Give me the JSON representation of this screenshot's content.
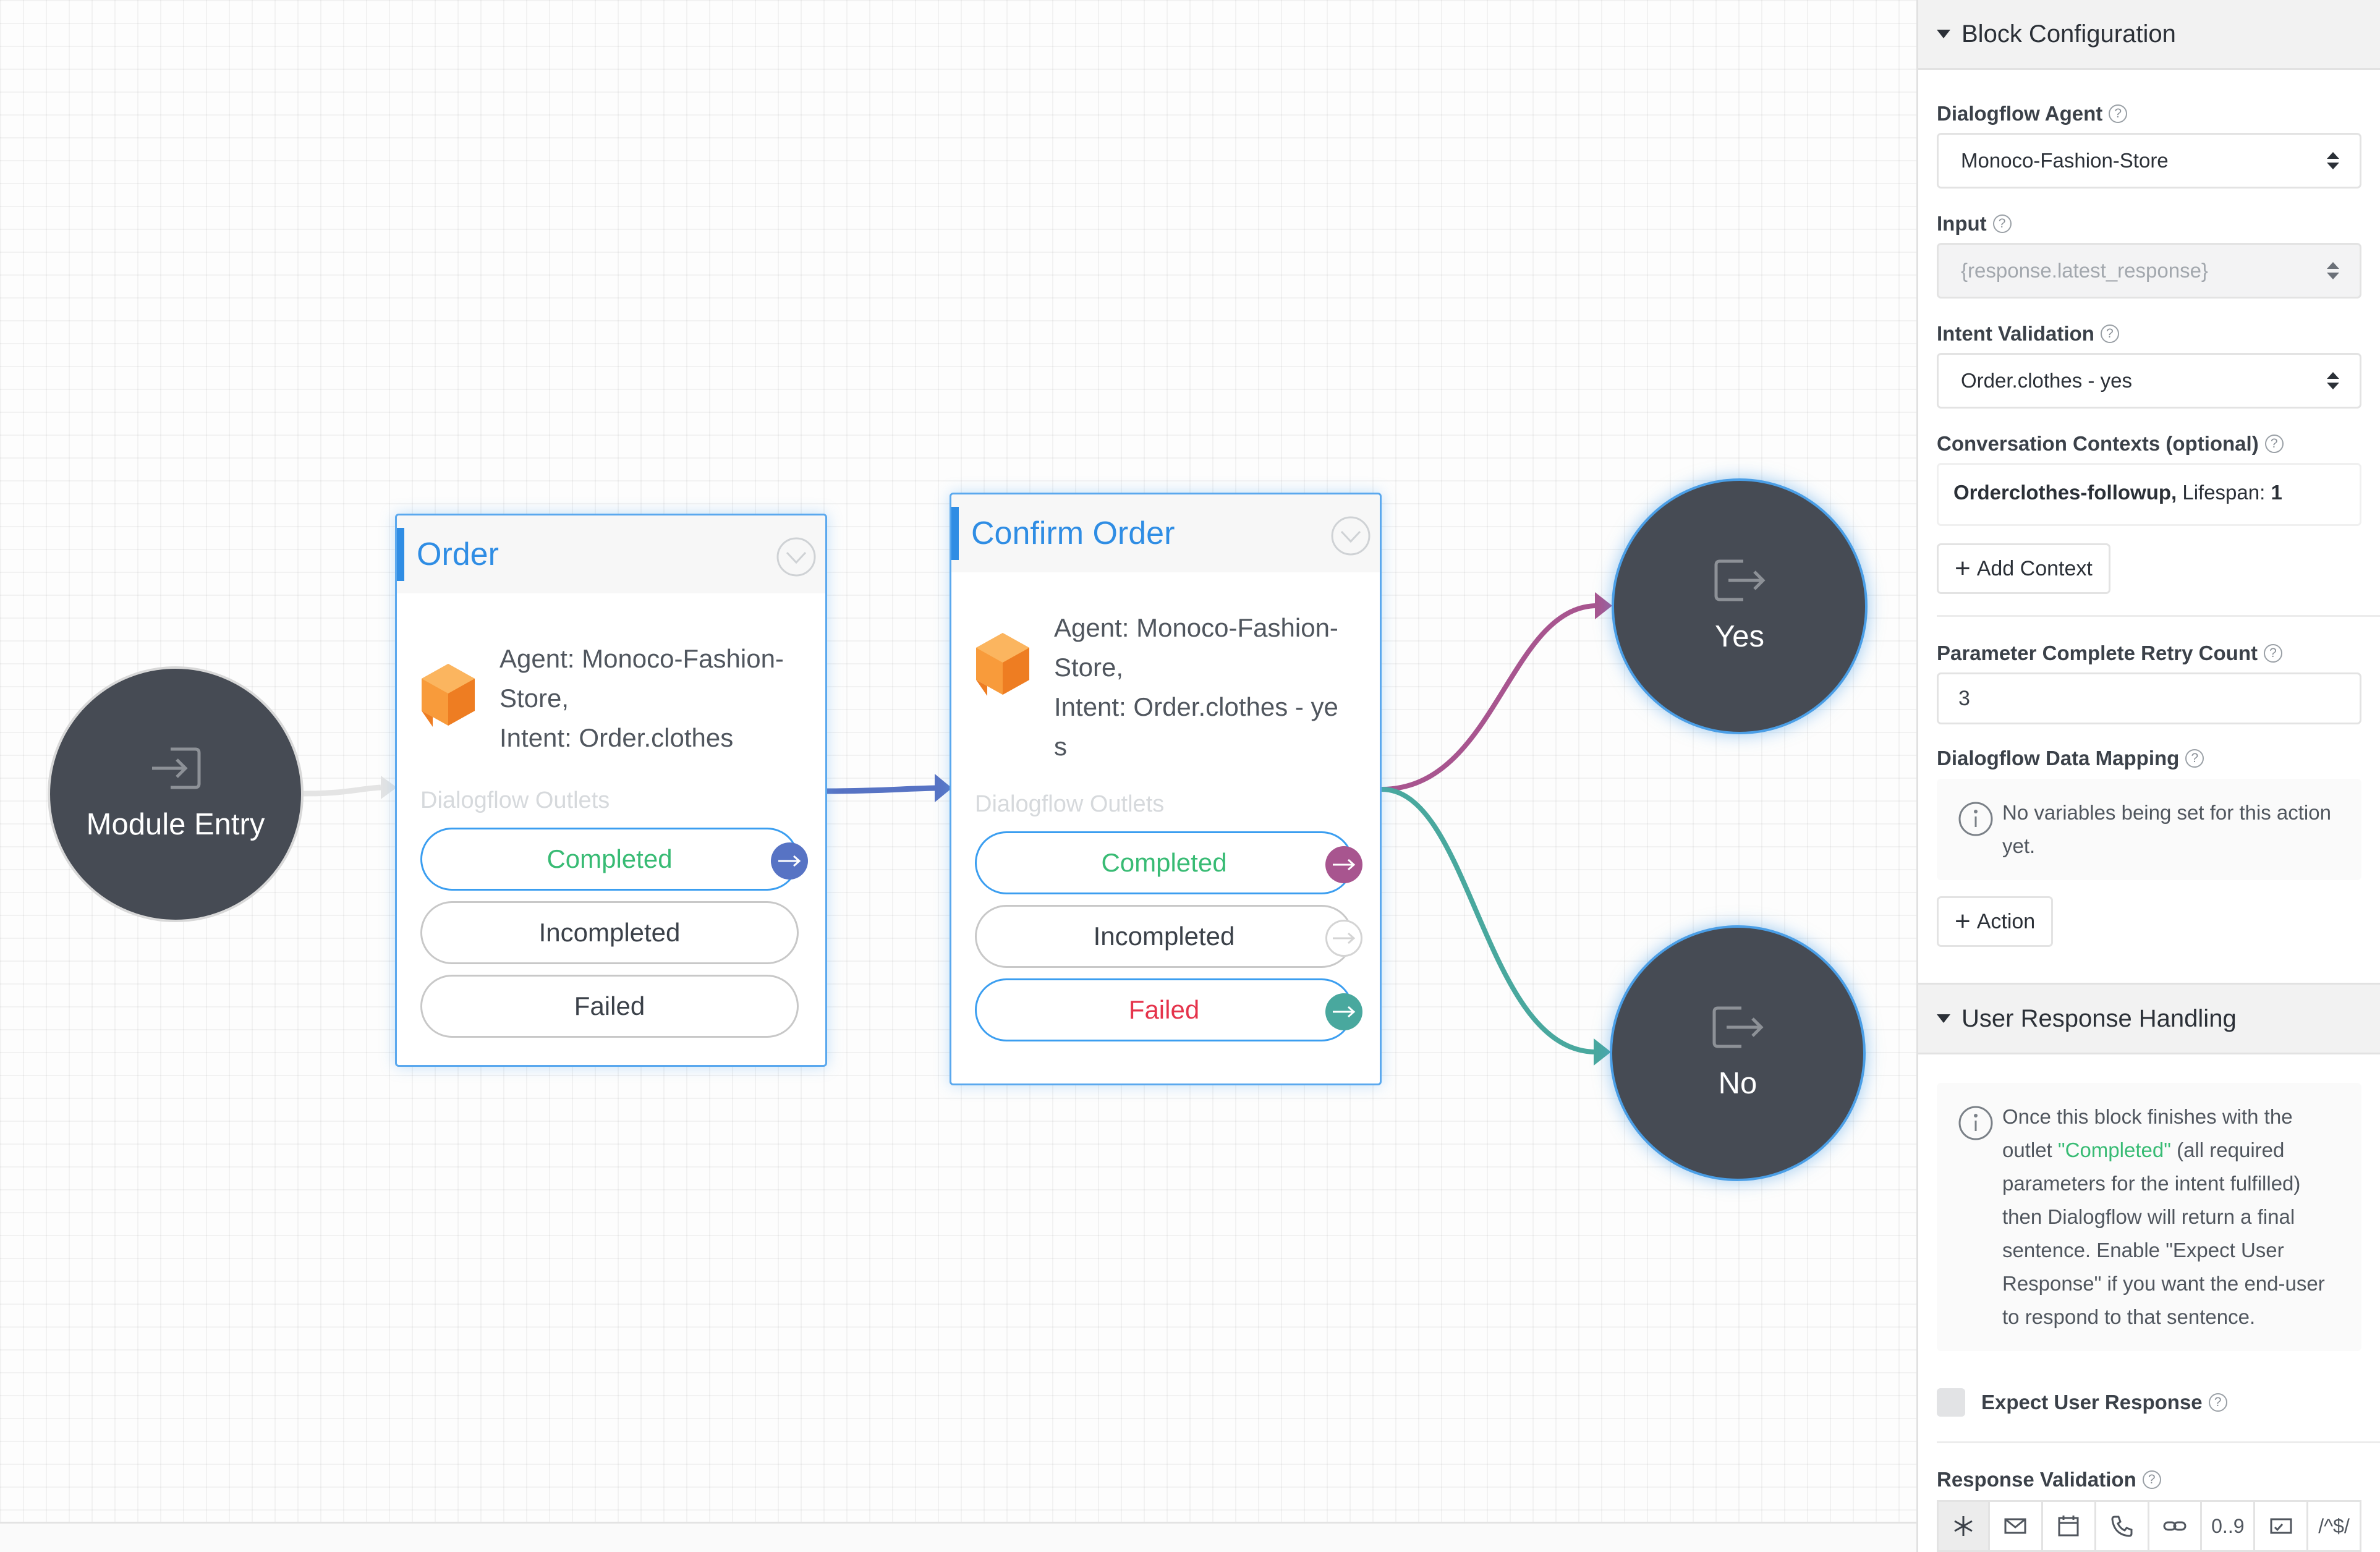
{
  "canvas": {
    "entry": {
      "label": "Module Entry",
      "icon": "enter-icon"
    },
    "yes": {
      "label": "Yes",
      "icon": "exit-icon"
    },
    "no": {
      "label": "No",
      "icon": "exit-icon"
    },
    "order_block": {
      "title": "Order",
      "agent_line": "Agent: Monoco-Fashion-Store,",
      "intent_line": "Intent: Order.clothes",
      "outlets_label": "Dialogflow Outlets",
      "outlets": [
        {
          "label": "Completed",
          "color": "#38bb74"
        },
        {
          "label": "Incompleted",
          "color": "#3b4149"
        },
        {
          "label": "Failed",
          "color": "#3b4149"
        }
      ]
    },
    "confirm_block": {
      "title": "Confirm Order",
      "agent_line": "Agent: Monoco-Fashion-Store,",
      "intent_line": "Intent: Order.clothes - yes",
      "outlets_label": "Dialogflow Outlets",
      "outlets": [
        {
          "label": "Completed",
          "color": "#38bb74"
        },
        {
          "label": "Incompleted",
          "color": "#3b4149"
        },
        {
          "label": "Failed",
          "color": "#e5334b"
        }
      ]
    },
    "colors": {
      "purple": "#a8558f",
      "teal": "#49a89e",
      "blue": "#5773c4",
      "accent": "#2f8de4"
    }
  },
  "panel": {
    "block_config": {
      "title": "Block Configuration",
      "agent_label": "Dialogflow Agent",
      "agent_value": "Monoco-Fashion-Store",
      "input_label": "Input",
      "input_value": "{response.latest_response}",
      "intent_label": "Intent Validation",
      "intent_value": "Order.clothes - yes",
      "contexts_label": "Conversation Contexts (optional)",
      "context_name": "Orderclothes-followup,",
      "context_lifespan_label": " Lifespan: ",
      "context_lifespan_value": "1",
      "add_context": "Add Context",
      "retry_label": "Parameter Complete Retry Count",
      "retry_value": "3",
      "mapping_label": "Dialogflow Data Mapping",
      "mapping_info": "No variables being set for this action yet.",
      "action_button": "Action"
    },
    "user_response": {
      "title": "User Response Handling",
      "info_pre": "Once this block finishes with the outlet ",
      "info_highlight": "\"Completed\"",
      "info_post": " (all required parameters for the intent fulfilled) then Dialogflow will return a final sentence. Enable \"Expect User Response\" if you want the end-user to respond to that sentence.",
      "expect_label": "Expect User Response",
      "validation_label": "Response Validation",
      "tools": [
        "asterisk-icon",
        "mail-icon",
        "calendar-icon",
        "phone-icon",
        "link-icon",
        "0..9",
        "card-icon",
        "/^$/"
      ]
    }
  }
}
